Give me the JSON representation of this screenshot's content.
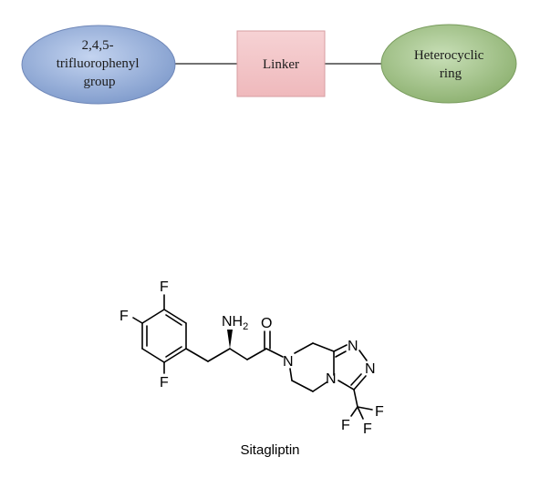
{
  "diagram": {
    "nodes": [
      {
        "id": "left",
        "lines": [
          "2,4,5-",
          "trifluorophenyl",
          "group"
        ]
      },
      {
        "id": "middle",
        "lines": [
          "Linker"
        ]
      },
      {
        "id": "right",
        "lines": [
          "Heterocyclic",
          "ring"
        ]
      }
    ]
  },
  "molecule": {
    "atoms": {
      "f_top": "F",
      "f_left": "F",
      "f_bottom": "F",
      "nh2": "NH",
      "nh2_sub": "2",
      "o": "O",
      "n_pip": "N",
      "n_ring": "N",
      "n_tri1": "N",
      "n_tri2": "N",
      "cf3_f1": "F",
      "cf3_f2": "F",
      "cf3_f3": "F"
    },
    "name": "Sitagliptin"
  },
  "colors": {
    "left_fill": "#9fb6de",
    "middle_fill": "#f2c3c5",
    "right_fill": "#a9c793"
  }
}
